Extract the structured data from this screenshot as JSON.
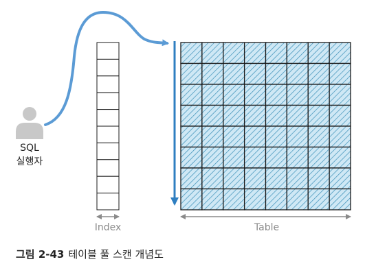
{
  "actor": {
    "line1": "SQL",
    "line2": "실행자"
  },
  "index_label": "Index",
  "table_label": "Table",
  "caption": {
    "figure_number": "그림 2-43",
    "title": "테이블 풀 스캔 개념도"
  },
  "grid": {
    "rows": 8,
    "cols": 8
  },
  "index_cells": 10,
  "colors": {
    "accent": "#5b9bd5",
    "scan_arrow": "#2f7fc1",
    "cell_fill": "#cfe8f5",
    "hatch": "#3a8fb7",
    "grid_line": "#1a1a1a",
    "person": "#c8c8c8",
    "dim_arrow": "#8a8a8a"
  }
}
